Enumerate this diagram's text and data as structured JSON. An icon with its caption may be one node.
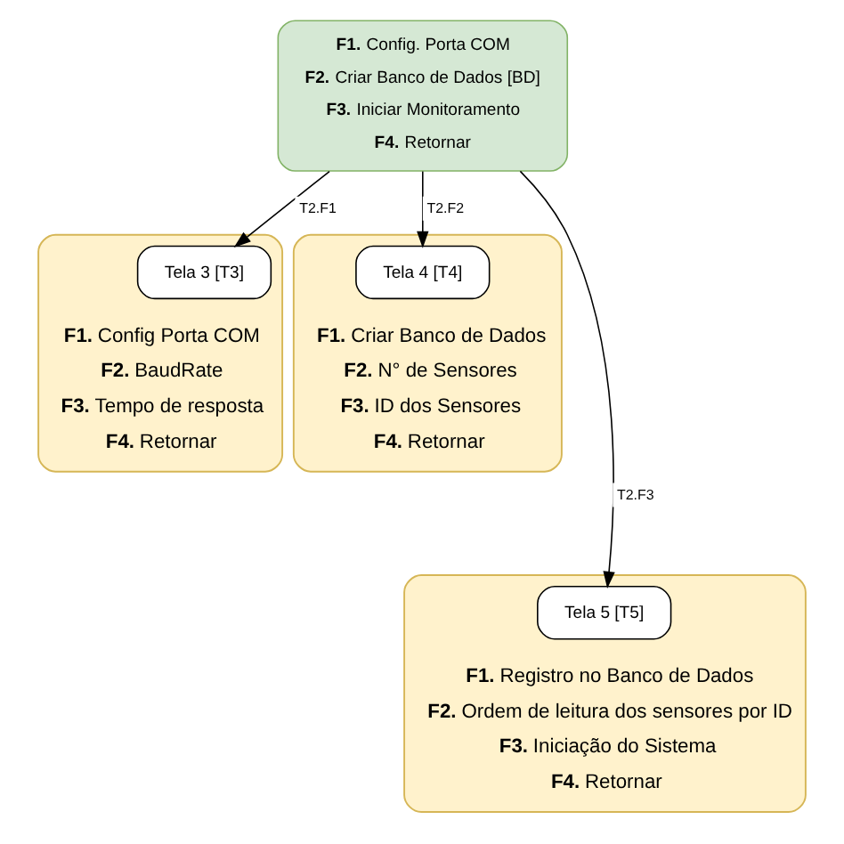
{
  "diagram": {
    "nodes": [
      {
        "text": [
          "**F1.** Config. Porta COM",
          "**F2.** Criar Banco de Dados [BD]",
          "**F3.** Iniciar Monitoramento",
          "**F4.** Retornar"
        ]
      },
      {
        "text": [
          "**F1.** Config Porta COM",
          "**F2.** BaudRate",
          "**F3.** Tempo de resposta",
          "**F4.** Retornar"
        ]
      },
      {
        "text": [
          "Tela 3 [T3]"
        ],
        "in": 1
      },
      {
        "text": [
          "**F1.** Criar Banco de Dados",
          "**F2.** N° de Sensores",
          "**F3.** ID dos Sensores",
          "**F4.** Retornar"
        ]
      },
      {
        "text": [
          "Tela 4 [T4]"
        ],
        "in": 3
      },
      {
        "text": [
          "**F1.** Registro no Banco de Dados",
          "**F2.** Ordem de leitura dos sensores por ID",
          "**F3.** Iniciação do Sistema",
          "**F4.** Retornar"
        ]
      },
      {
        "text": [
          "Tela 5 [T5]"
        ],
        "in": 5
      }
    ],
    "edges": [
      {
        "from": 0,
        "to": 2,
        "arrow": "to",
        "label": "T2.F1"
      },
      {
        "from": 0,
        "to": 4,
        "arrow": "to",
        "label": "T2.F2"
      },
      {
        "from": 0,
        "to": 6,
        "arrow": "to",
        "label": "T2.F3"
      }
    ]
  }
}
